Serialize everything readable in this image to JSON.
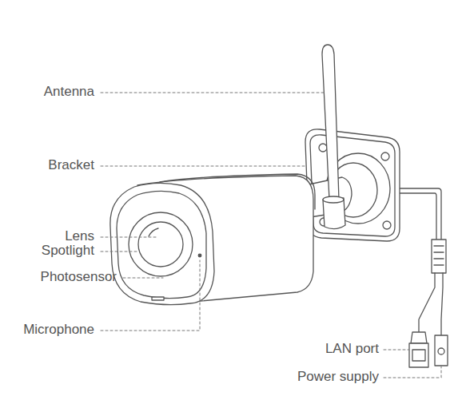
{
  "diagram": {
    "labels": [
      "Antenna",
      "Bracket",
      "Lens",
      "Spotlight",
      "Photosensor",
      "Microphone",
      "LAN port",
      "Power supply"
    ]
  }
}
